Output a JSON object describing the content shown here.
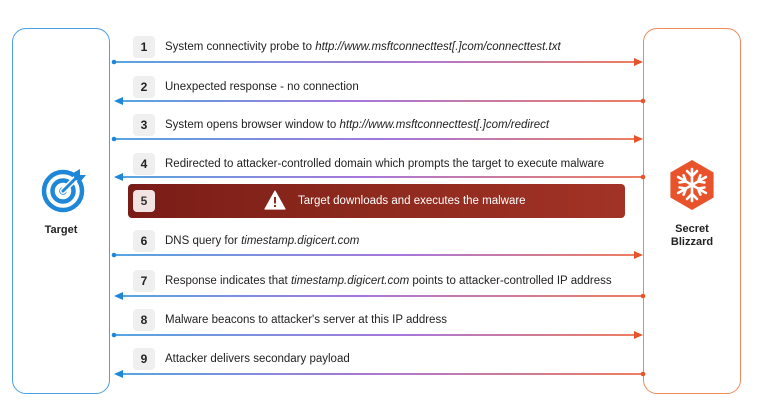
{
  "actors": {
    "left": {
      "label": "Target",
      "icon": "target-icon",
      "color": "#1f87d8"
    },
    "right": {
      "label_line1": "Secret",
      "label_line2": "Blizzard",
      "icon": "snowflake-icon",
      "color": "#e8532b"
    }
  },
  "steps": [
    {
      "num": "1",
      "text": "System connectivity probe to ",
      "url": "http://www.msftconnecttest[.]com/connecttest.txt",
      "tail": "",
      "direction": "right"
    },
    {
      "num": "2",
      "text": "Unexpected response - no connection",
      "url": "",
      "tail": "",
      "direction": "left"
    },
    {
      "num": "3",
      "text": "System opens browser window to ",
      "url": "http://www.msftconnecttest[.]com/redirect",
      "tail": "",
      "direction": "right"
    },
    {
      "num": "4",
      "text": "Redirected to attacker-controlled domain which prompts the target to execute malware",
      "url": "",
      "tail": "",
      "direction": "left"
    },
    {
      "num": "6",
      "text": "DNS query for ",
      "url": "timestamp.digicert.com",
      "tail": "",
      "direction": "right"
    },
    {
      "num": "7",
      "text": "Response indicates that ",
      "url": "timestamp.digicert.com",
      "tail": " points to attacker-controlled IP address",
      "direction": "left"
    },
    {
      "num": "8",
      "text": "Malware beacons to attacker's server at this IP address",
      "url": "",
      "tail": "",
      "direction": "right"
    },
    {
      "num": "9",
      "text": "Attacker delivers secondary payload",
      "url": "",
      "tail": "",
      "direction": "left"
    }
  ],
  "alert": {
    "num": "5",
    "text": "Target downloads and executes the malware",
    "icon": "warning-icon"
  },
  "colors": {
    "blue": "#1f87d8",
    "orange": "#e8532b",
    "purple": "#8a4ad0"
  }
}
